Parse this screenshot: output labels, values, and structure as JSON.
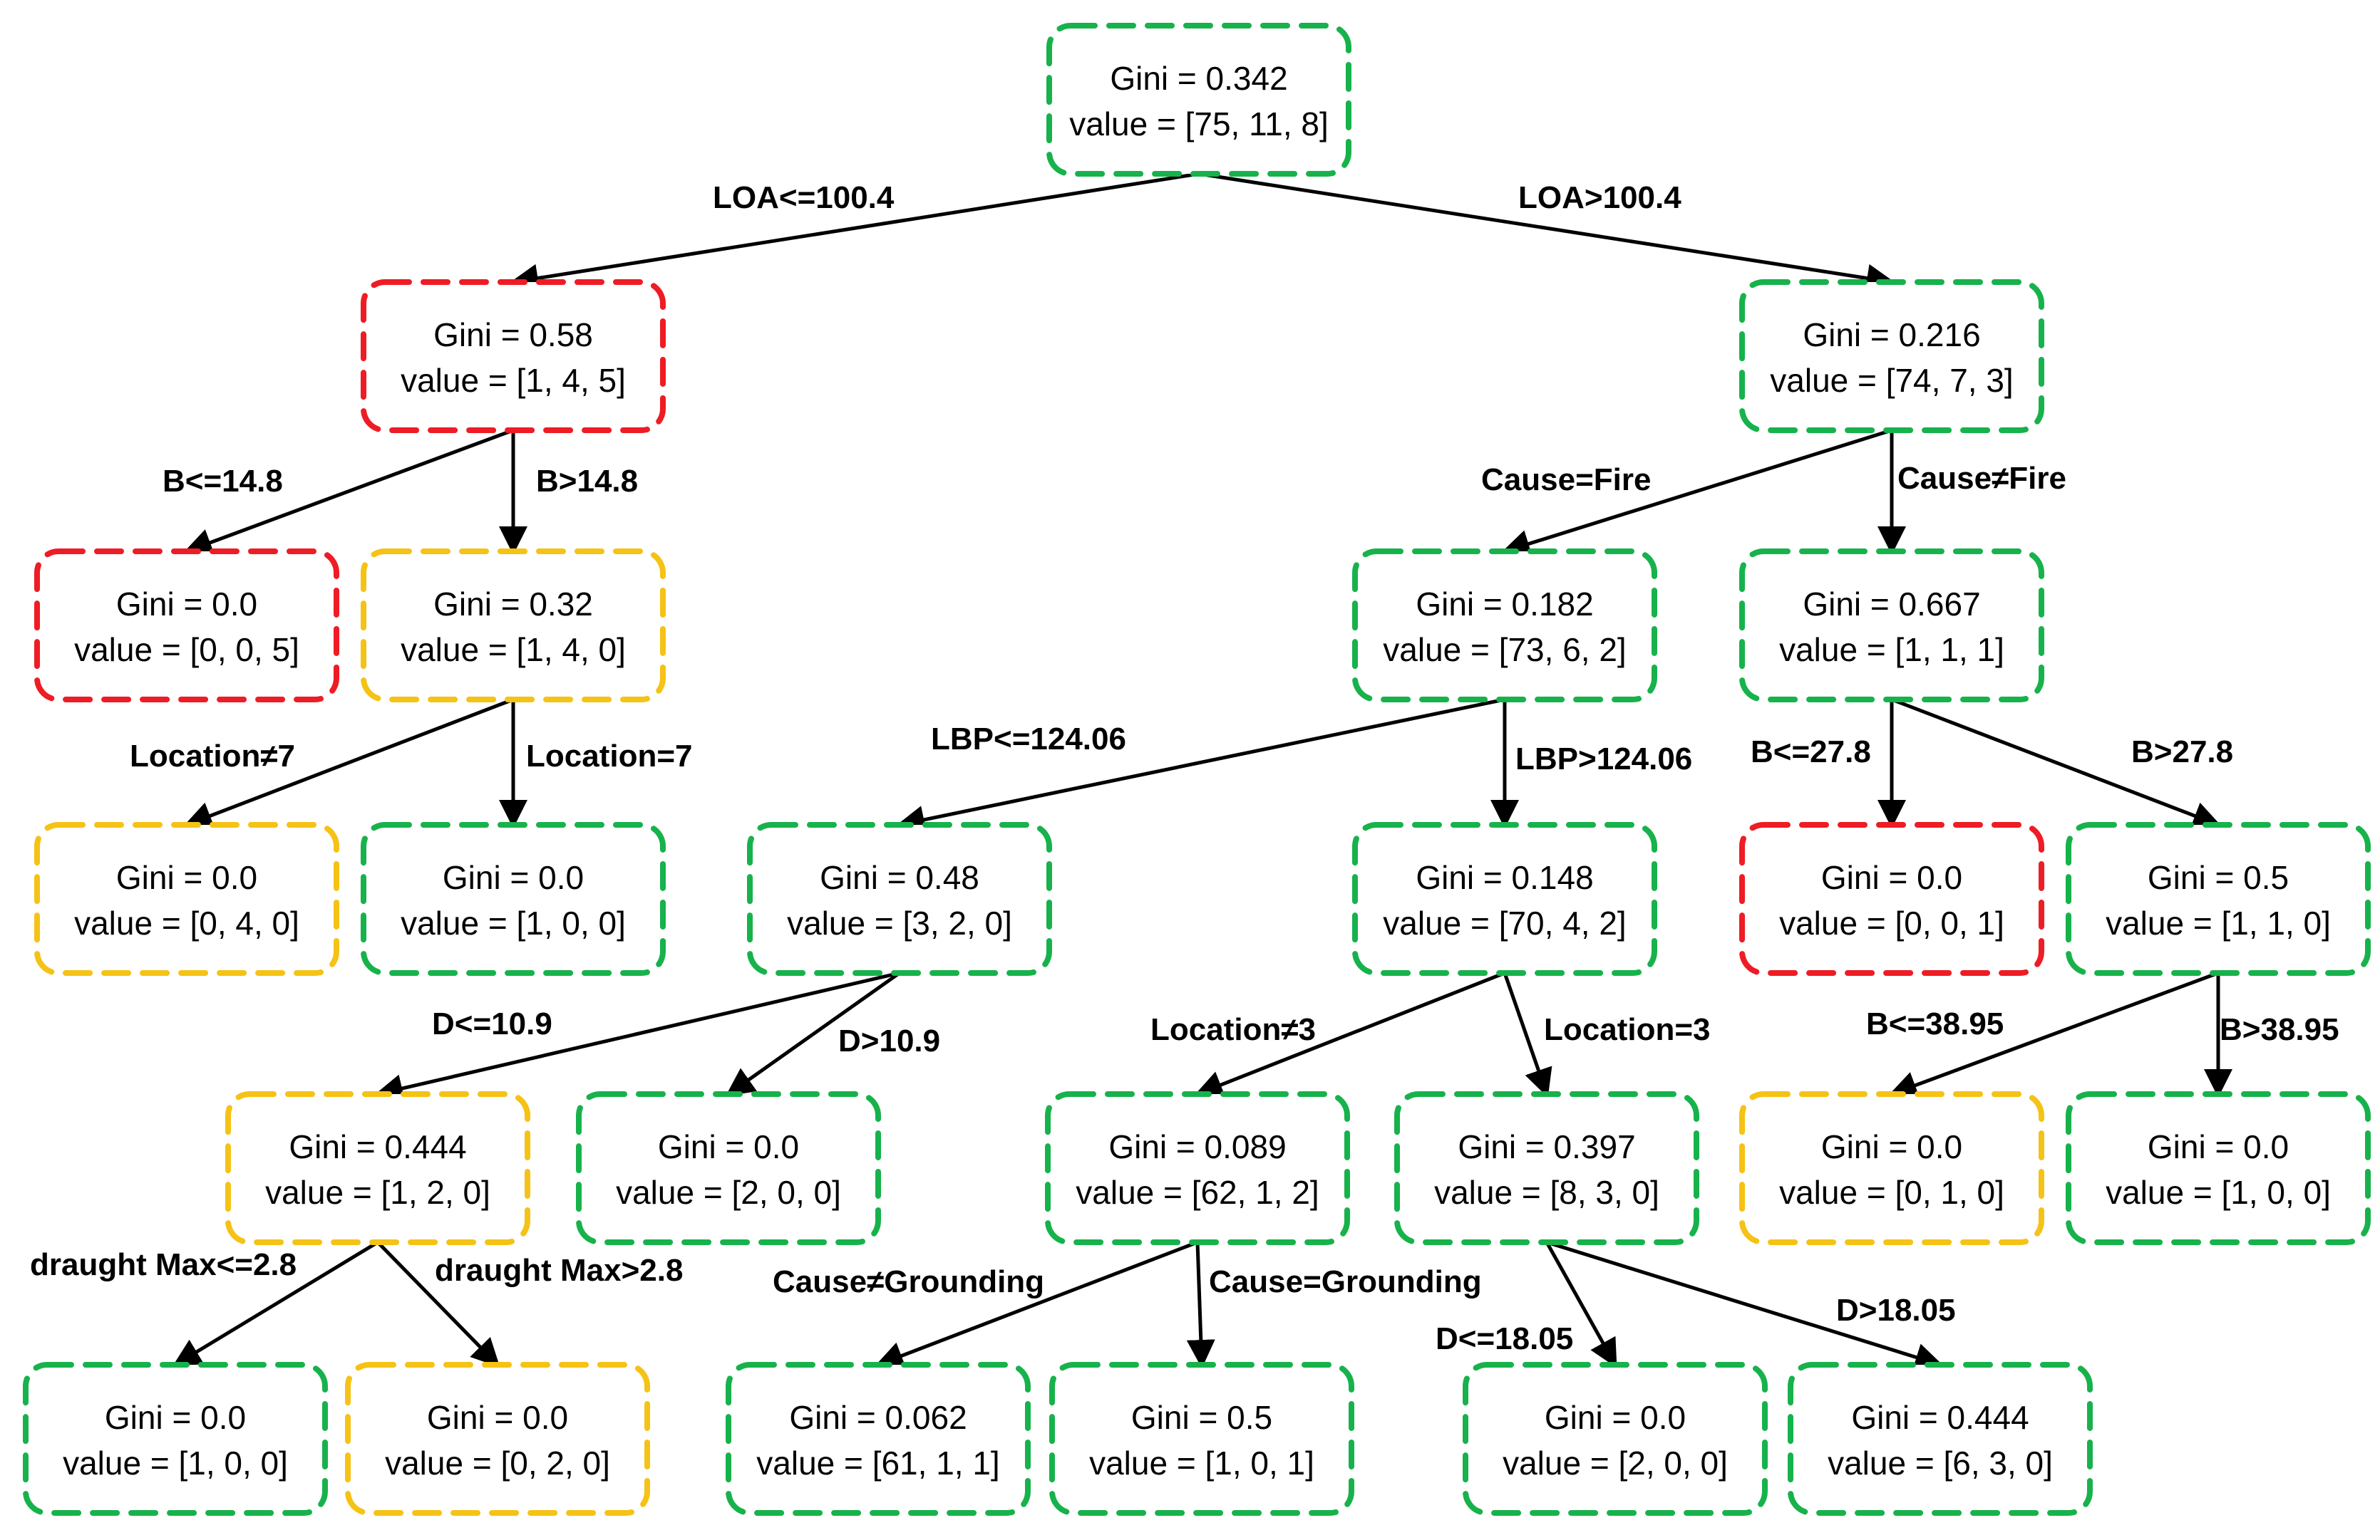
{
  "colors": {
    "majority_class_0": "#17b24b",
    "majority_class_1": "#f5c216",
    "majority_class_2": "#ee1c24"
  },
  "nodes": [
    {
      "id": "n0",
      "gini": "Gini = 0.342",
      "value": "value = [75, 11, 8]",
      "color": "#17b24b"
    },
    {
      "id": "n1",
      "gini": "Gini = 0.58",
      "value": "value = [1, 4, 5]",
      "color": "#ee1c24"
    },
    {
      "id": "n2",
      "gini": "Gini = 0.216",
      "value": "value = [74, 7, 3]",
      "color": "#17b24b"
    },
    {
      "id": "n3",
      "gini": "Gini = 0.0",
      "value": "value = [0, 0, 5]",
      "color": "#ee1c24"
    },
    {
      "id": "n4",
      "gini": "Gini = 0.32",
      "value": "value = [1, 4, 0]",
      "color": "#f5c216"
    },
    {
      "id": "n5",
      "gini": "Gini = 0.182",
      "value": "value = [73, 6, 2]",
      "color": "#17b24b"
    },
    {
      "id": "n6",
      "gini": "Gini = 0.667",
      "value": "value = [1, 1, 1]",
      "color": "#17b24b"
    },
    {
      "id": "n7",
      "gini": "Gini = 0.0",
      "value": "value = [0, 4, 0]",
      "color": "#f5c216"
    },
    {
      "id": "n8",
      "gini": "Gini = 0.0",
      "value": "value = [1, 0, 0]",
      "color": "#17b24b"
    },
    {
      "id": "n9",
      "gini": "Gini = 0.48",
      "value": "value = [3, 2, 0]",
      "color": "#17b24b"
    },
    {
      "id": "n10",
      "gini": "Gini = 0.148",
      "value": "value = [70, 4, 2]",
      "color": "#17b24b"
    },
    {
      "id": "n11",
      "gini": "Gini = 0.0",
      "value": "value = [0, 0, 1]",
      "color": "#ee1c24"
    },
    {
      "id": "n12",
      "gini": "Gini = 0.5",
      "value": "value = [1, 1, 0]",
      "color": "#17b24b"
    },
    {
      "id": "n13",
      "gini": "Gini = 0.444",
      "value": "value = [1, 2, 0]",
      "color": "#f5c216"
    },
    {
      "id": "n14",
      "gini": "Gini = 0.0",
      "value": "value = [2, 0, 0]",
      "color": "#17b24b"
    },
    {
      "id": "n15",
      "gini": "Gini = 0.089",
      "value": "value = [62, 1, 2]",
      "color": "#17b24b"
    },
    {
      "id": "n16",
      "gini": "Gini = 0.397",
      "value": "value = [8, 3, 0]",
      "color": "#17b24b"
    },
    {
      "id": "n17",
      "gini": "Gini = 0.0",
      "value": "value = [0, 1, 0]",
      "color": "#f5c216"
    },
    {
      "id": "n18",
      "gini": "Gini = 0.0",
      "value": "value = [1, 0, 0]",
      "color": "#17b24b"
    },
    {
      "id": "n19",
      "gini": "Gini = 0.0",
      "value": "value = [1, 0, 0]",
      "color": "#17b24b"
    },
    {
      "id": "n20",
      "gini": "Gini = 0.0",
      "value": "value = [0, 2, 0]",
      "color": "#f5c216"
    },
    {
      "id": "n21",
      "gini": "Gini = 0.062",
      "value": "value = [61, 1, 1]",
      "color": "#17b24b"
    },
    {
      "id": "n22",
      "gini": "Gini = 0.5",
      "value": "value = [1, 0, 1]",
      "color": "#17b24b"
    },
    {
      "id": "n23",
      "gini": "Gini = 0.0",
      "value": "value = [2, 0, 0]",
      "color": "#17b24b"
    },
    {
      "id": "n24",
      "gini": "Gini = 0.444",
      "value": "value = [6, 3, 0]",
      "color": "#17b24b"
    }
  ],
  "edges": [
    {
      "from": "n0",
      "to": "n1",
      "label": "LOA<=100.4"
    },
    {
      "from": "n0",
      "to": "n2",
      "label": "LOA>100.4"
    },
    {
      "from": "n1",
      "to": "n3",
      "label": "B<=14.8"
    },
    {
      "from": "n1",
      "to": "n4",
      "label": "B>14.8"
    },
    {
      "from": "n2",
      "to": "n5",
      "label": "Cause=Fire"
    },
    {
      "from": "n2",
      "to": "n6",
      "label": "Cause≠Fire"
    },
    {
      "from": "n4",
      "to": "n7",
      "label": "Location≠7"
    },
    {
      "from": "n4",
      "to": "n8",
      "label": "Location=7"
    },
    {
      "from": "n5",
      "to": "n9",
      "label": "LBP<=124.06"
    },
    {
      "from": "n5",
      "to": "n10",
      "label": "LBP>124.06"
    },
    {
      "from": "n6",
      "to": "n11",
      "label": "B<=27.8"
    },
    {
      "from": "n6",
      "to": "n12",
      "label": "B>27.8"
    },
    {
      "from": "n9",
      "to": "n13",
      "label": "D<=10.9"
    },
    {
      "from": "n9",
      "to": "n14",
      "label": "D>10.9"
    },
    {
      "from": "n10",
      "to": "n15",
      "label": "Location≠3"
    },
    {
      "from": "n10",
      "to": "n16",
      "label": "Location=3"
    },
    {
      "from": "n12",
      "to": "n17",
      "label": "B<=38.95"
    },
    {
      "from": "n12",
      "to": "n18",
      "label": "B>38.95"
    },
    {
      "from": "n13",
      "to": "n19",
      "label": "draught Max<=2.8"
    },
    {
      "from": "n13",
      "to": "n20",
      "label": "draught Max>2.8"
    },
    {
      "from": "n15",
      "to": "n21",
      "label": "Cause≠Grounding"
    },
    {
      "from": "n15",
      "to": "n22",
      "label": "Cause=Grounding"
    },
    {
      "from": "n16",
      "to": "n23",
      "label": "D<=18.05"
    },
    {
      "from": "n16",
      "to": "n24",
      "label": "D>18.05"
    }
  ]
}
